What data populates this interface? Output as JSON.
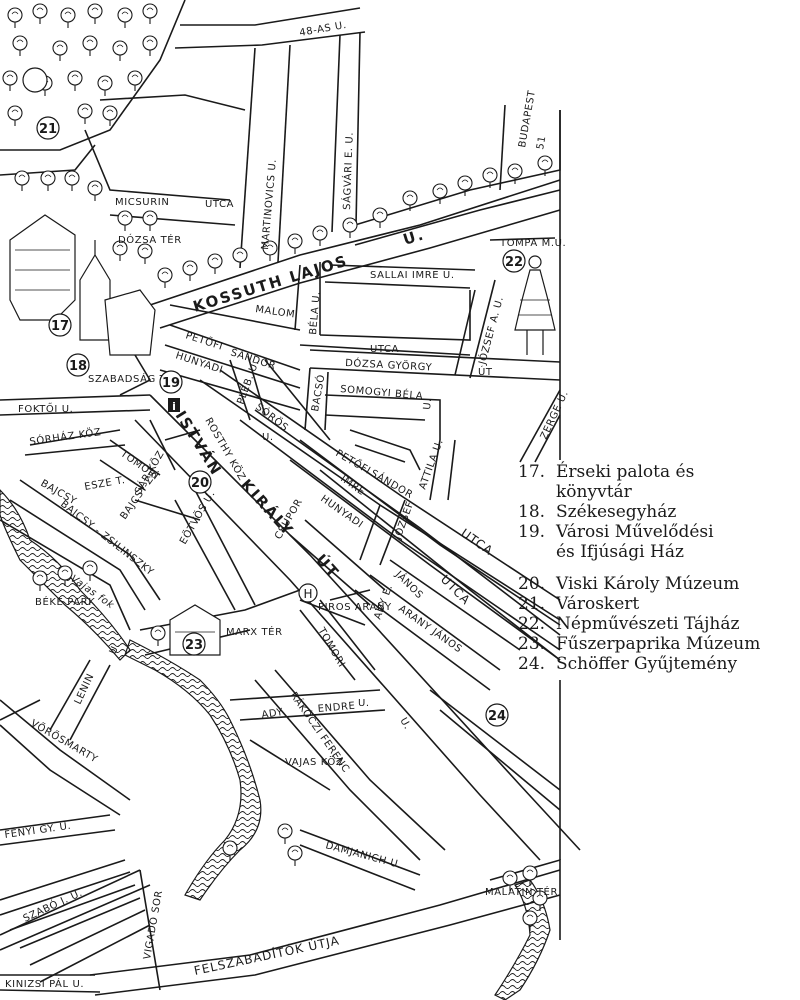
{
  "map": {
    "streets": {
      "s48as": "48-AS U.",
      "micsurin": "MICSURIN",
      "utca1": "UTCA",
      "dozsa_ter": "DÓZSA TÉR",
      "martinovics": "MARTINOVICS U.",
      "sagvari": "SÁGVÁRI E. U.",
      "budapest": "BUDAPEST",
      "road51": "51",
      "kossuth": "KOSSUTH LAJOS",
      "kossuth_u": "U.",
      "tompa": "TOMPA M.U.",
      "sallai": "SALLAI IMRE U.",
      "malom": "MALOM",
      "bela_u": "BÉLA U.",
      "utca2": "UTCA",
      "jozsef_a": "JÓZSEF A. U.",
      "petofi1": "PETŐFI",
      "sandor1": "SÁNDOR",
      "dozsa_gyorgy": "DÓZSA GYÖRGY",
      "ut1": "ÚT",
      "hunyadi1": "HUNYADI",
      "pleb": "PLÉB. U.",
      "szabadsag_ter": "SZABADSÁG TÉR",
      "bacso": "BACSÓ",
      "somogyi": "SOMOGYI BÉLA",
      "u1": "U.",
      "fokto": "FOKTŐI U.",
      "sorhaz": "SÓRHÁZ KÖZ",
      "soros": "SÓRÖS",
      "zerge": "ZERGE U.",
      "istvan": "ISTVÁN",
      "kiraly": "KIRÁLY",
      "ut2": "ÚT",
      "rostay": "ROSTHY KÖZ",
      "tomori1": "TOMORI",
      "u2": "U.",
      "petofi2": "PETŐFI",
      "sandor2": "SÁNDOR",
      "attila": "ATTILA U.",
      "imre": "IMRE",
      "hunyadi2": "HUNYADI",
      "jozsef2": "JÓZSEF",
      "utca3": "UTCA",
      "bajcsy1": "BAJCSY",
      "esze": "ESZE T.",
      "sar_koz": "SÁR KÖZ",
      "bajcsy_zs": "BAJCSY-ZS.",
      "bajcsy2": "BAJCSY - ZSILINSZKY",
      "eotvos": "EÖTVÖS U.",
      "csupor": "CSUPOR",
      "janos1": "JÁNOS",
      "utca4": "UTCA",
      "vajas_fok": "Vajas fok",
      "beke_park": "BÉKE PARK",
      "piros_arany": "PIROS ARANY",
      "ady1": "ADY E.",
      "arany_janos": "ARANY JÁNOS",
      "marx_ter": "MARX TÉR",
      "tomori2": "TOMORI",
      "u3": "U.",
      "lenin": "LENIN",
      "u4": "U.",
      "ady2": "ADY",
      "endre": "ENDRE",
      "u5": "U.",
      "rakoczi": "RÁKÓCZI FERENC",
      "vajas_koz": "VAJAS KÖZ",
      "vorosmarty": "VÖRÖSMARTY",
      "fenyi": "FÉNYI GY. U.",
      "damjanich": "DAMJANICH U.",
      "malatin_ter": "MALATIN TÉR",
      "szabo": "SZABÓ J. U.",
      "vigado": "VIGADÓ SOR",
      "felszabaditok": "FELSZABADÍTÓK ÚTJA",
      "kinizsi": "KINIZSI PÁL U."
    },
    "markers": {
      "m17": "17",
      "m18": "18",
      "m19": "19",
      "m20": "20",
      "m21": "21",
      "m22": "22",
      "m23": "23",
      "m24": "24",
      "hotel": "H",
      "info": "i"
    }
  },
  "legend": [
    {
      "num": "17.",
      "lines": [
        "Érseki palota és",
        "könyvtár"
      ]
    },
    {
      "num": "18.",
      "lines": [
        "Székesegyház"
      ]
    },
    {
      "num": "19.",
      "lines": [
        "Városi Művelődési",
        "és Ifjúsági Ház"
      ]
    },
    {
      "num": "20.",
      "lines": [
        "Viski Károly Múzeum"
      ]
    },
    {
      "num": "21.",
      "lines": [
        "Városkert"
      ]
    },
    {
      "num": "22.",
      "lines": [
        "Népművészeti Tájház"
      ]
    },
    {
      "num": "23.",
      "lines": [
        "Fűszerpaprika Múzeum"
      ]
    },
    {
      "num": "24.",
      "lines": [
        "Schöffer Gyűjtemény"
      ]
    }
  ]
}
